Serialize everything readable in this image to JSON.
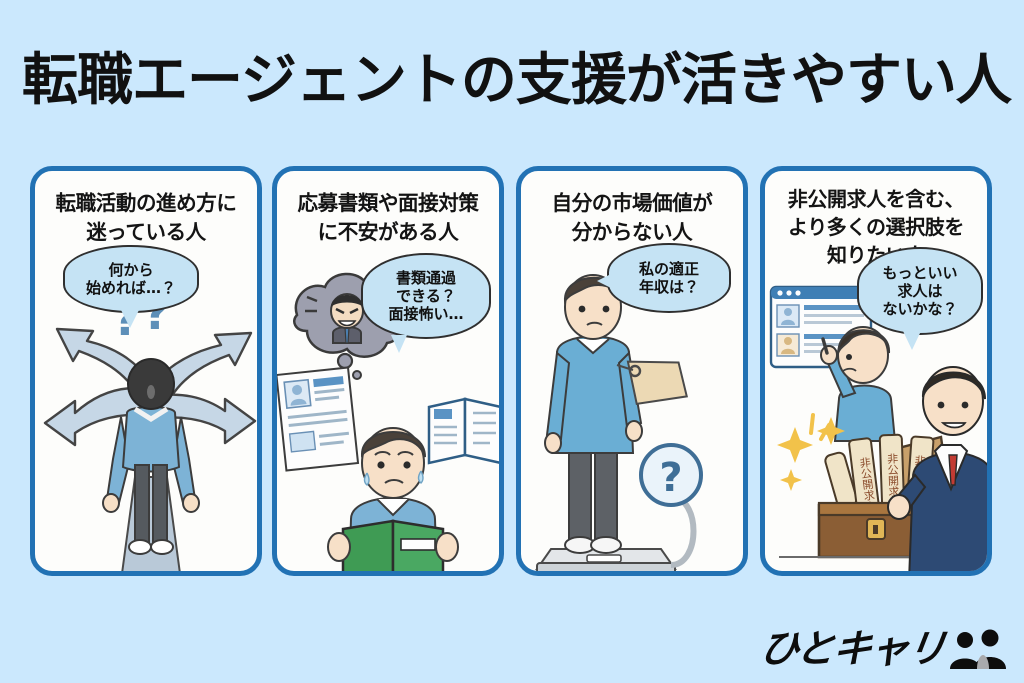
{
  "page": {
    "title": "転職エージェントの支援が活きやすい人",
    "background_color": "#cbe8fd",
    "card_border_color": "#2272b4",
    "card_background_color": "#fdfdfb",
    "bubble_fill_color": "#c5e3f4",
    "title_color": "#111111"
  },
  "cards": [
    {
      "id": "card-1",
      "title_lines": [
        "転職活動の進め方に",
        "迷っている人"
      ],
      "bubble_lines": [
        "何から",
        "始めれば…？"
      ],
      "illustration": {
        "name": "person-at-crossroads-with-arrows",
        "marks": "??",
        "elements": [
          "arrows",
          "confused-person-back-view",
          "road"
        ]
      }
    },
    {
      "id": "card-2",
      "title_lines": [
        "応募書類や面接対策",
        "に不安がある人"
      ],
      "bubble_lines": [
        "書類通過",
        "できる？",
        "面接怖い…"
      ],
      "illustration": {
        "name": "worried-person-reading-book",
        "elements": [
          "thought-cloud-scary-interviewer",
          "resume-document",
          "open-book",
          "green-book",
          "sweating-person"
        ]
      }
    },
    {
      "id": "card-3",
      "title_lines": [
        "自分の市場価値が",
        "分からない人"
      ],
      "bubble_lines": [
        "私の適正",
        "年収は？"
      ],
      "illustration": {
        "name": "person-on-weighing-scale-with-price-tag",
        "gauge_mark": "?",
        "elements": [
          "price-tag",
          "weight-scale",
          "question-gauge"
        ]
      }
    },
    {
      "id": "card-4",
      "title_lines": [
        "非公開求人を含む、",
        "より多くの選択肢を",
        "知りたい人"
      ],
      "bubble_lines": [
        "もっといい",
        "求人は",
        "ないかな？"
      ],
      "illustration": {
        "name": "agent-opening-treasure-chest-of-hidden-jobs",
        "scroll_labels": [
          "非公開求人",
          "非公開求人",
          "非公開求人"
        ],
        "elements": [
          "job-board-browser-window",
          "searching-person",
          "treasure-chest",
          "scrolls",
          "sparkles",
          "career-agent"
        ]
      }
    }
  ],
  "logo": {
    "text": "ひとキャリ",
    "icon": "two-people-icon"
  }
}
